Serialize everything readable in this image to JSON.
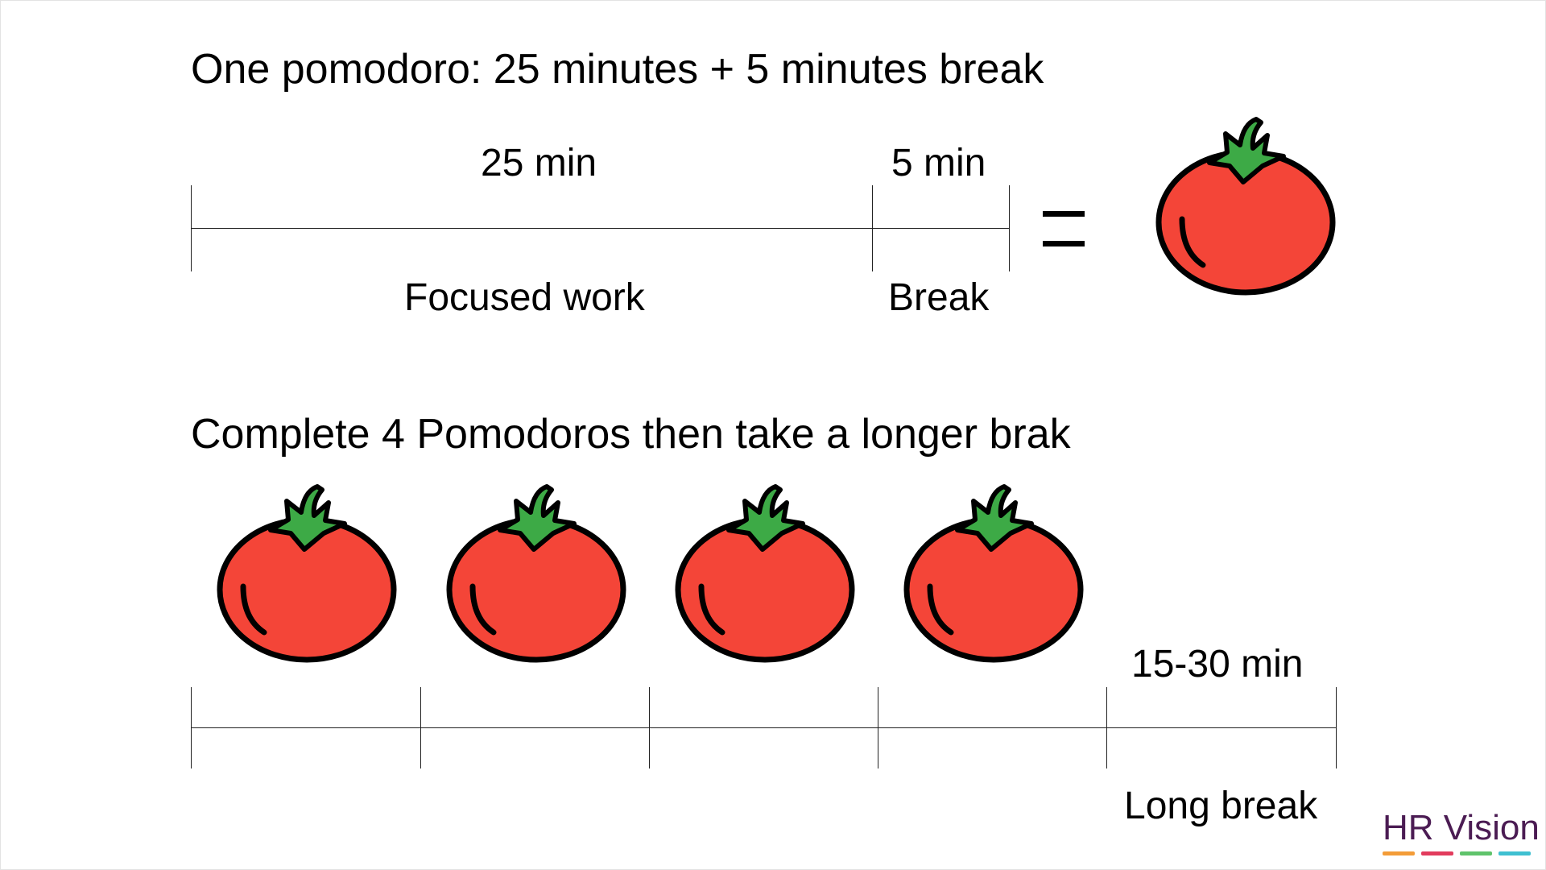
{
  "top": {
    "heading": "One pomodoro: 25 minutes + 5 minutes break",
    "work_duration": "25 min",
    "break_duration": "5 min",
    "work_label": "Focused work",
    "break_label": "Break",
    "equals": "="
  },
  "bottom": {
    "heading": "Complete 4 Pomodoros then take a longer brak",
    "long_break_duration": "15-30 min",
    "long_break_label": "Long break"
  },
  "logo": {
    "text": "HR Vision",
    "dash_colors": [
      "#f39c38",
      "#e23c5d",
      "#5fc36b",
      "#3fc0d1"
    ]
  },
  "colors": {
    "tomato_body": "#f44538",
    "tomato_leaf": "#3daa46",
    "outline": "#000000"
  },
  "icons": [
    "tomato-icon"
  ]
}
